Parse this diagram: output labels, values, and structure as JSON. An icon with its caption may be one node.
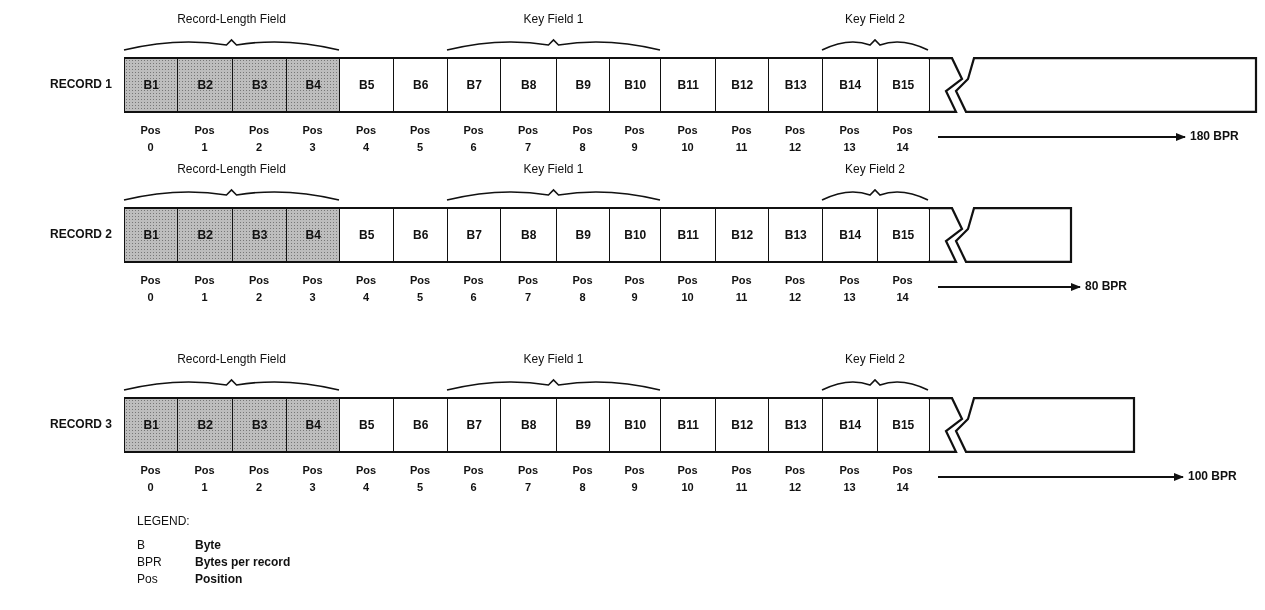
{
  "diagram": {
    "nodes": [
      {
        "text": [
          "RECORD 1"
        ]
      },
      {
        "text": [
          "B1"
        ],
        "in": 0,
        "beside": [
          "Pos 0"
        ]
      },
      {
        "text": [
          "B2"
        ],
        "in": 0,
        "beside": [
          "Pos 1"
        ]
      },
      {
        "text": [
          "B3"
        ],
        "in": 0,
        "beside": [
          "Pos 2"
        ]
      },
      {
        "text": [
          "B4"
        ],
        "in": 0,
        "beside": [
          "Pos 3"
        ]
      },
      {
        "text": [
          "B5"
        ],
        "in": 0,
        "beside": [
          "Pos 4"
        ]
      },
      {
        "text": [
          "B6"
        ],
        "in": 0,
        "beside": [
          "Pos 5"
        ]
      },
      {
        "text": [
          "B7"
        ],
        "in": 0,
        "beside": [
          "Pos 6"
        ]
      },
      {
        "text": [
          "B8"
        ],
        "in": 0,
        "beside": [
          "Pos 7"
        ]
      },
      {
        "text": [
          "B9"
        ],
        "in": 0,
        "beside": [
          "Pos 8"
        ]
      },
      {
        "text": [
          "B10"
        ],
        "in": 0,
        "beside": [
          "Pos 9"
        ]
      },
      {
        "text": [
          "B11"
        ],
        "in": 0,
        "beside": [
          "Pos 10"
        ]
      },
      {
        "text": [
          "B12"
        ],
        "in": 0,
        "beside": [
          "Pos 11"
        ]
      },
      {
        "text": [
          "B13"
        ],
        "in": 0,
        "beside": [
          "Pos 12"
        ]
      },
      {
        "text": [
          "B14"
        ],
        "in": 0,
        "beside": [
          "Pos 13"
        ]
      },
      {
        "text": [
          "B15"
        ],
        "in": 0,
        "beside": [
          "Pos 14"
        ]
      },
      {
        "text": [],
        "shape": "box",
        "in": 0
      },
      {
        "text": [
          "RECORD 2"
        ]
      },
      {
        "text": [
          "B1"
        ],
        "in": 17,
        "beside": [
          "Pos 0"
        ]
      },
      {
        "text": [
          "B2"
        ],
        "in": 17,
        "beside": [
          "Pos 1"
        ]
      },
      {
        "text": [
          "B3"
        ],
        "in": 17,
        "beside": [
          "Pos 2"
        ]
      },
      {
        "text": [
          "B4"
        ],
        "in": 17,
        "beside": [
          "Pos 3"
        ]
      },
      {
        "text": [
          "B5"
        ],
        "in": 17,
        "beside": [
          "Pos 4"
        ]
      },
      {
        "text": [
          "B6"
        ],
        "in": 17,
        "beside": [
          "Pos 5"
        ]
      },
      {
        "text": [
          "B7"
        ],
        "in": 17,
        "beside": [
          "Pos 6"
        ]
      },
      {
        "text": [
          "B8"
        ],
        "in": 17,
        "beside": [
          "Pos 7"
        ]
      },
      {
        "text": [
          "B9"
        ],
        "in": 17,
        "beside": [
          "Pos 8"
        ]
      },
      {
        "text": [
          "B10"
        ],
        "in": 17,
        "beside": [
          "Pos 9"
        ]
      },
      {
        "text": [
          "B11"
        ],
        "in": 17,
        "beside": [
          "Pos 10"
        ]
      },
      {
        "text": [
          "B12"
        ],
        "in": 17,
        "beside": [
          "Pos 11"
        ]
      },
      {
        "text": [
          "B13"
        ],
        "in": 17,
        "beside": [
          "Pos 12"
        ]
      },
      {
        "text": [
          "B14"
        ],
        "in": 17,
        "beside": [
          "Pos 13"
        ]
      },
      {
        "text": [
          "B15"
        ],
        "in": 17,
        "beside": [
          "Pos 14"
        ]
      },
      {
        "text": [],
        "shape": "box",
        "in": 17
      },
      {
        "text": [
          "RECORD 3"
        ]
      },
      {
        "text": [
          "B1"
        ],
        "in": 34,
        "beside": [
          "Pos 0"
        ]
      },
      {
        "text": [
          "B2"
        ],
        "in": 34,
        "beside": [
          "Pos 1"
        ]
      },
      {
        "text": [
          "B3"
        ],
        "in": 34,
        "beside": [
          "Pos 2"
        ]
      },
      {
        "text": [
          "B4"
        ],
        "in": 34,
        "beside": [
          "Pos 3"
        ]
      },
      {
        "text": [
          "B5"
        ],
        "in": 34,
        "beside": [
          "Pos 4"
        ]
      },
      {
        "text": [
          "B6"
        ],
        "in": 34,
        "beside": [
          "Pos 5"
        ]
      },
      {
        "text": [
          "B7"
        ],
        "in": 34,
        "beside": [
          "Pos 6"
        ]
      },
      {
        "text": [
          "B8"
        ],
        "in": 34,
        "beside": [
          "Pos 7"
        ]
      },
      {
        "text": [
          "B9"
        ],
        "in": 34,
        "beside": [
          "Pos 8"
        ]
      },
      {
        "text": [
          "B10"
        ],
        "in": 34,
        "beside": [
          "Pos 9"
        ]
      },
      {
        "text": [
          "B11"
        ],
        "in": 34,
        "beside": [
          "Pos 10"
        ]
      },
      {
        "text": [
          "B12"
        ],
        "in": 34,
        "beside": [
          "Pos 11"
        ]
      },
      {
        "text": [
          "B13"
        ],
        "in": 34,
        "beside": [
          "Pos 12"
        ]
      },
      {
        "text": [
          "B14"
        ],
        "in": 34,
        "beside": [
          "Pos 13"
        ]
      },
      {
        "text": [
          "B15"
        ],
        "in": 34,
        "beside": [
          "Pos 14"
        ]
      },
      {
        "text": [],
        "shape": "box",
        "in": 34
      }
    ],
    "labels": [
      "Record-Length Field",
      "Key Field 1",
      "Key Field 2",
      "180 BPR",
      "Record-Length Field",
      "Key Field 1",
      "Key Field 2",
      "80 BPR",
      "Record-Length Field",
      "Key Field 1",
      "Key Field 2",
      "100 BPR",
      "LEGEND:",
      "B",
      "Byte",
      "BPR",
      "Bytes per record",
      "Pos",
      "Position"
    ]
  }
}
